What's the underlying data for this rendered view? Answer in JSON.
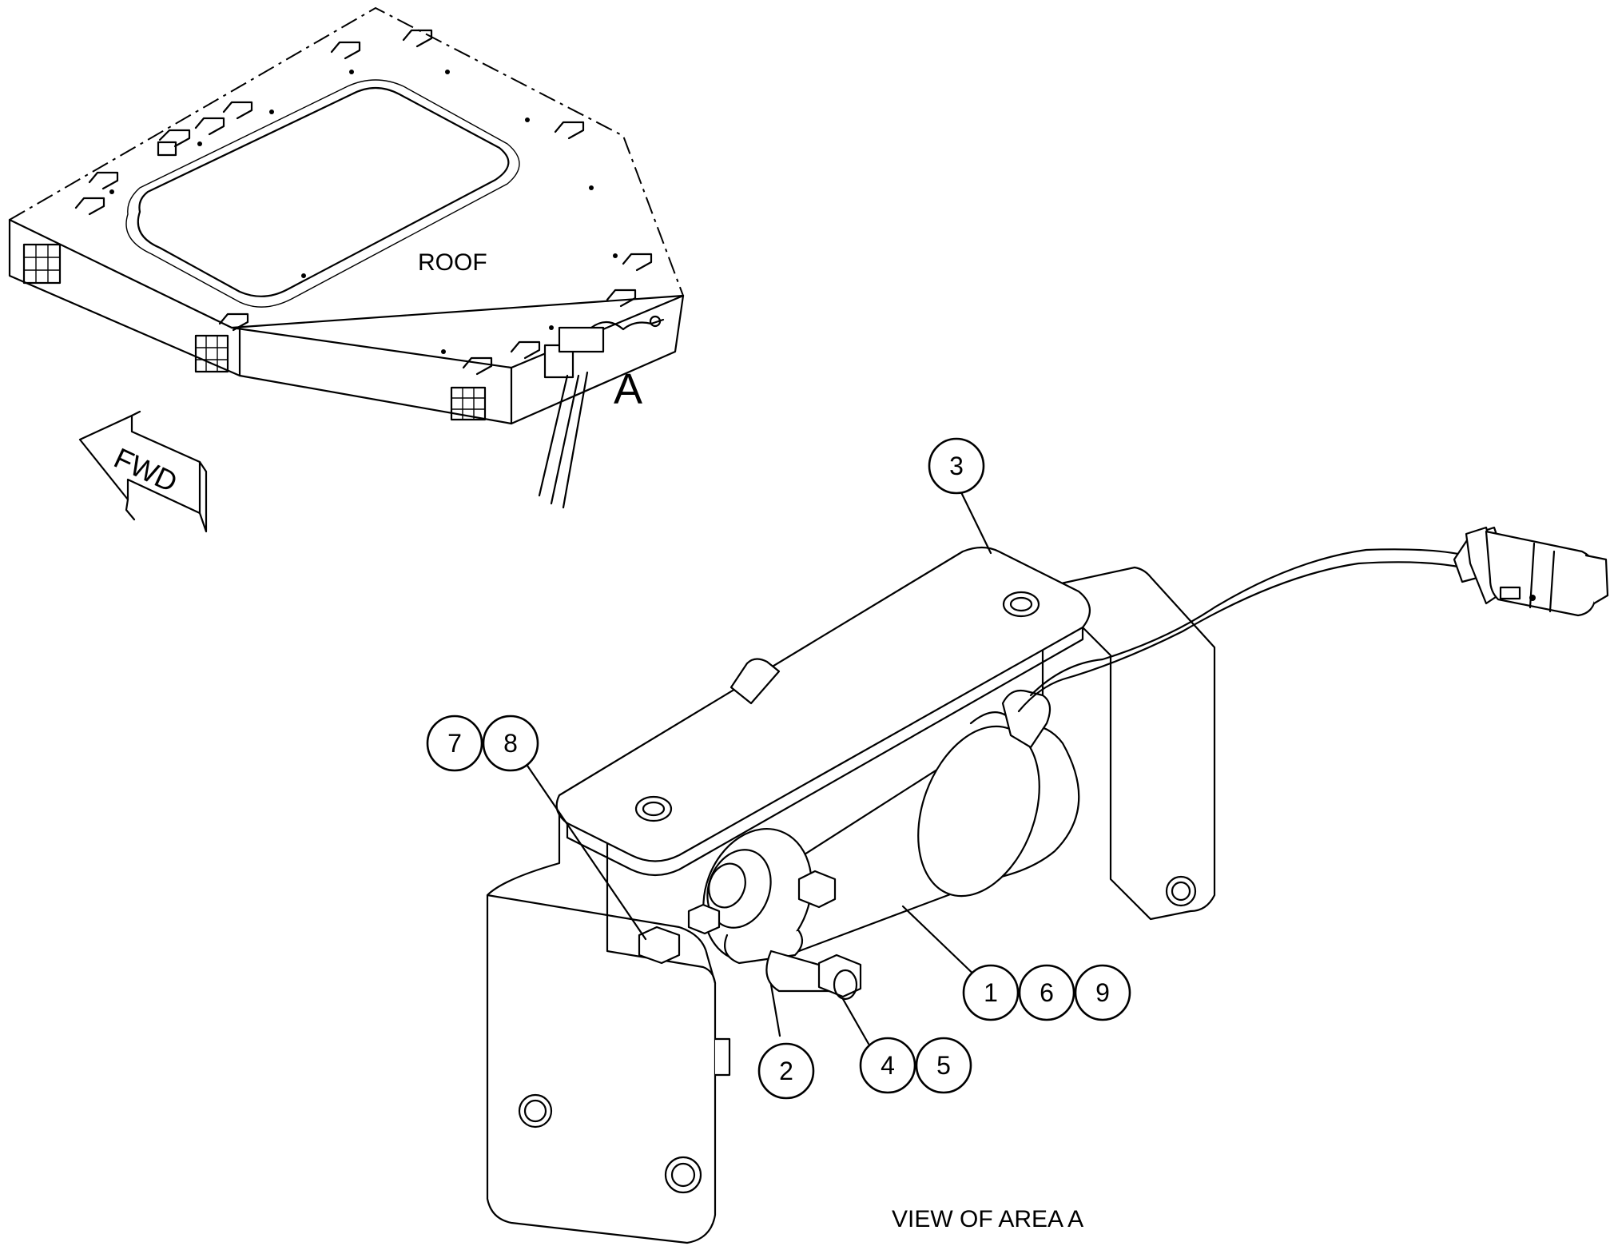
{
  "labels": {
    "roof": "ROOF",
    "area_marker": "A",
    "fwd": "FWD",
    "view_caption": "VIEW OF AREA A"
  },
  "callouts": [
    {
      "id": "c3",
      "text": "3"
    },
    {
      "id": "c7",
      "text": "7"
    },
    {
      "id": "c8",
      "text": "8"
    },
    {
      "id": "c1",
      "text": "1"
    },
    {
      "id": "c6",
      "text": "6"
    },
    {
      "id": "c9",
      "text": "9"
    },
    {
      "id": "c2",
      "text": "2"
    },
    {
      "id": "c4",
      "text": "4"
    },
    {
      "id": "c5",
      "text": "5"
    }
  ]
}
